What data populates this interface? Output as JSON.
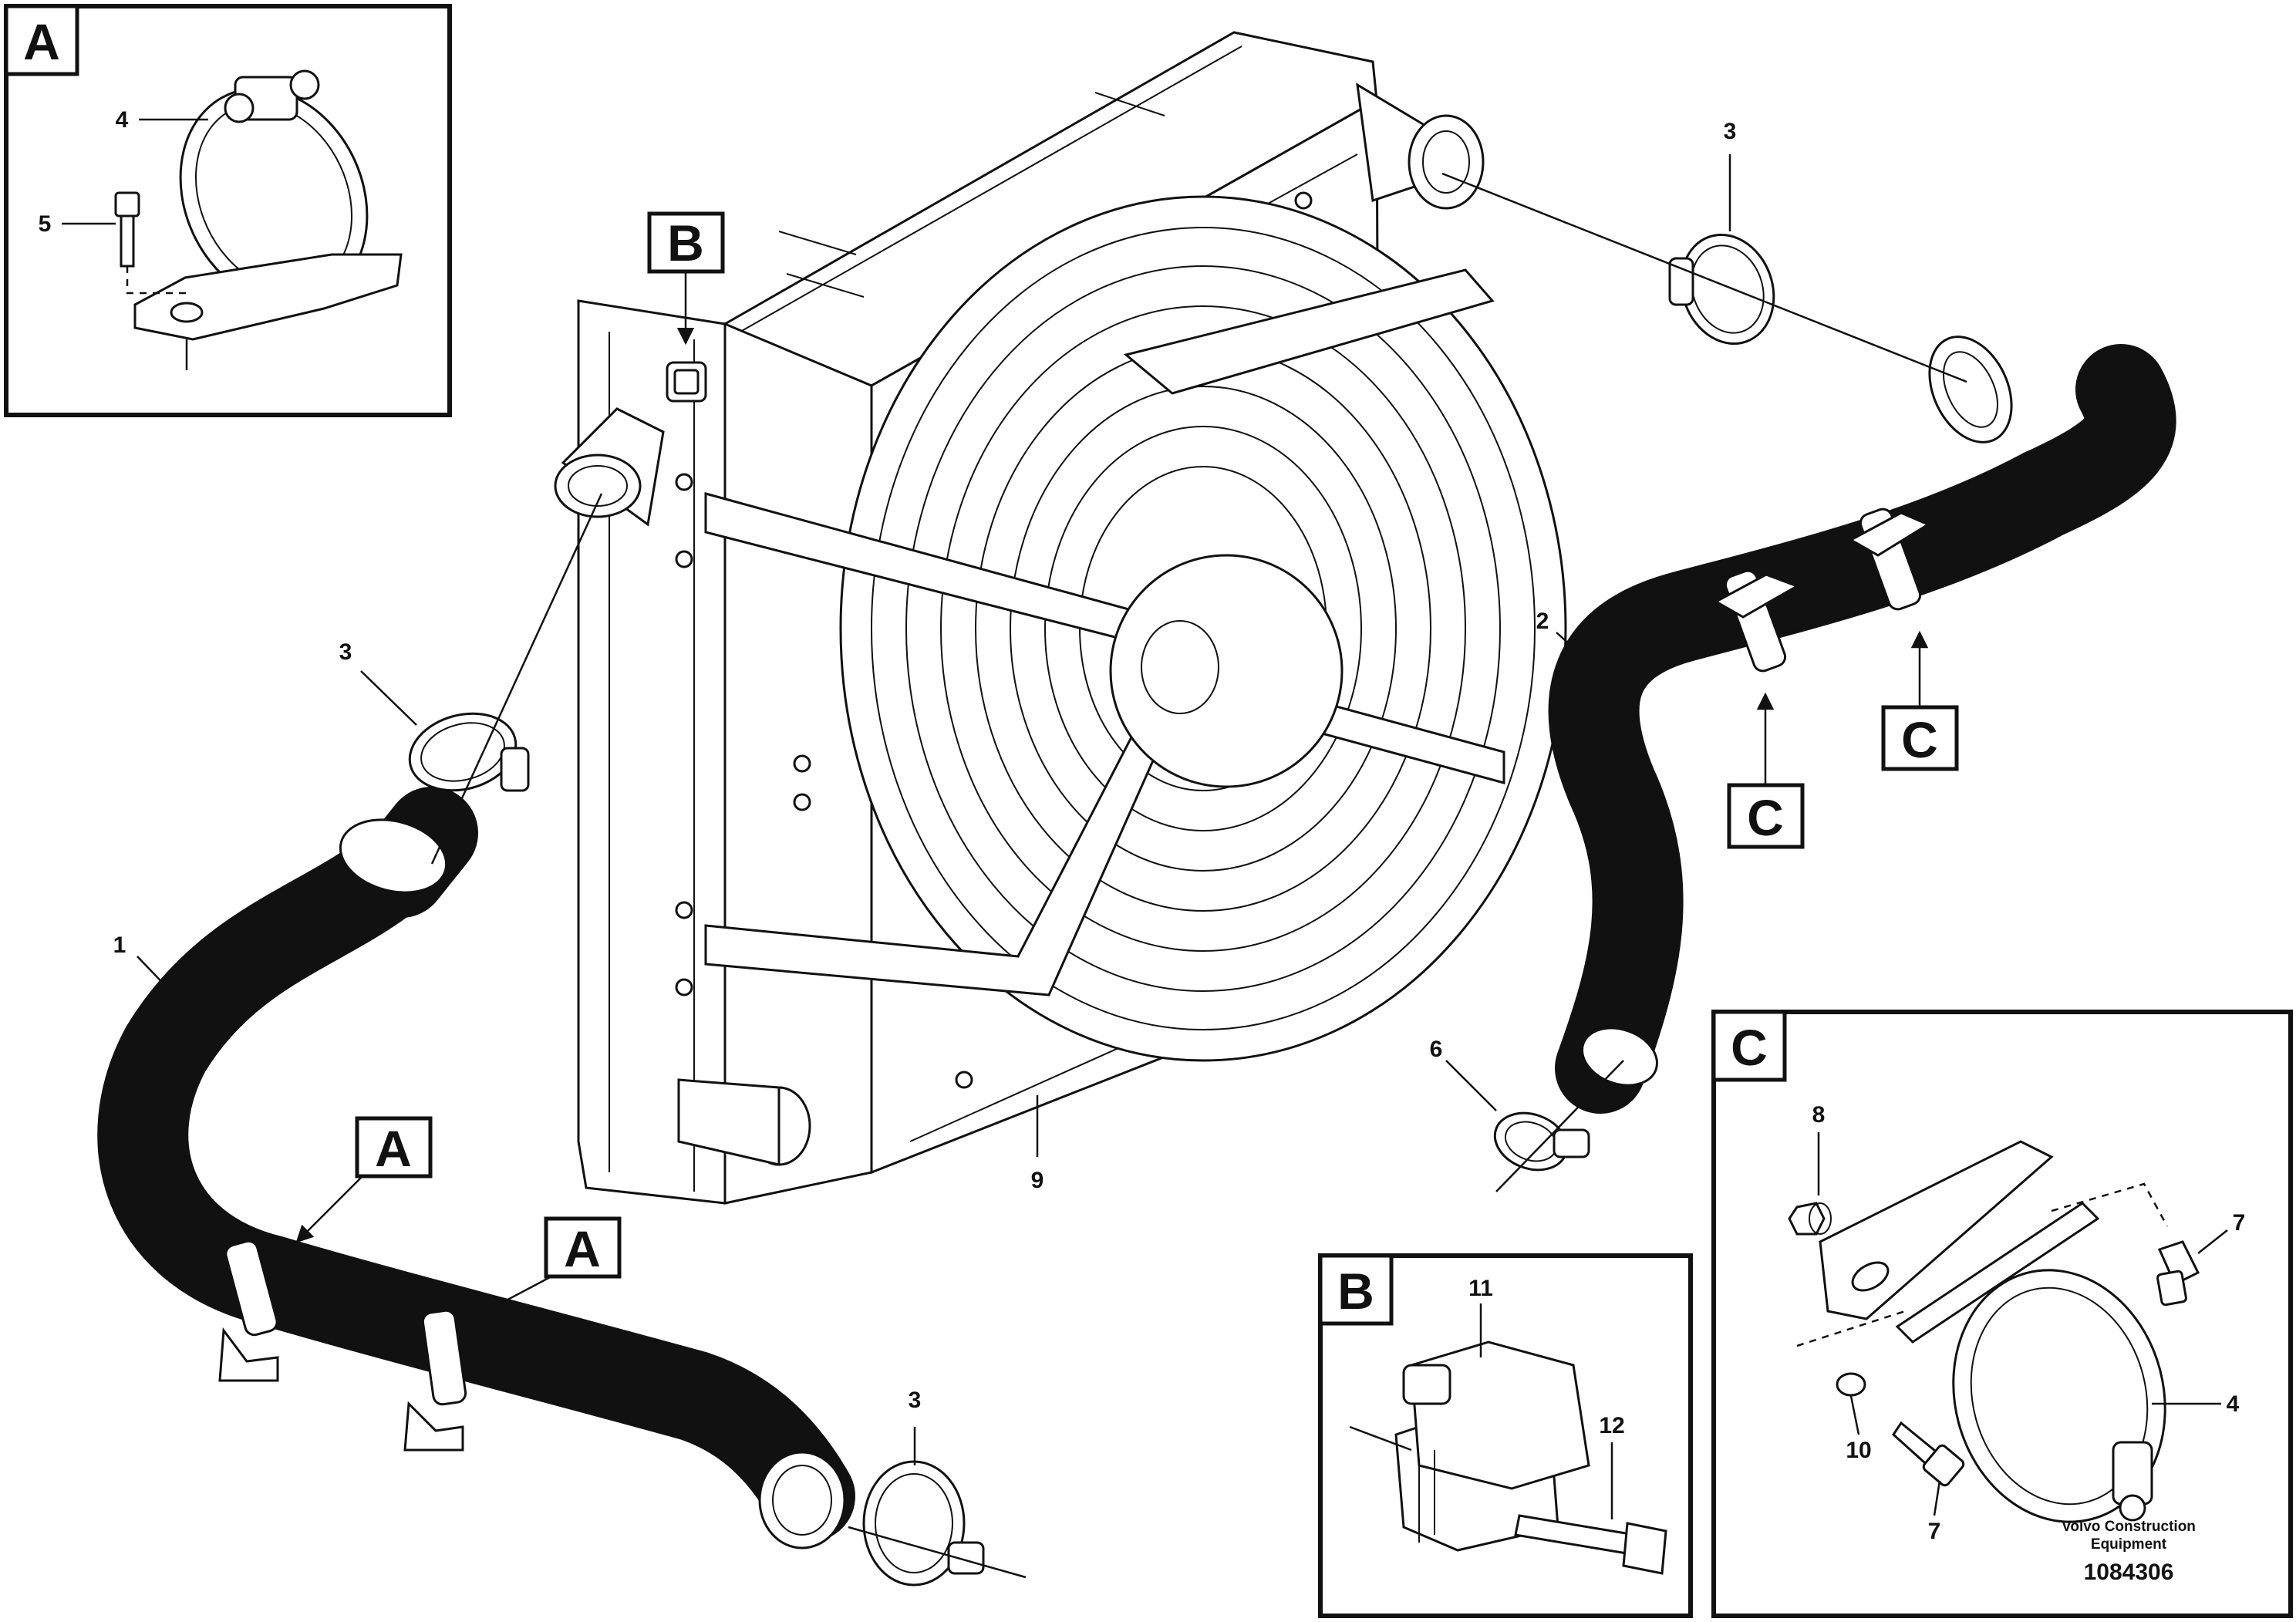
{
  "detail_boxes": {
    "A": {
      "letter": "A",
      "callouts": [
        "4",
        "5"
      ]
    },
    "B": {
      "letter": "B",
      "callouts": [
        "11",
        "12"
      ]
    },
    "C": {
      "letter": "C",
      "callouts": [
        "8",
        "7",
        "4",
        "10",
        "7"
      ]
    }
  },
  "reference_tags": {
    "B_top": "B",
    "A_left": "A",
    "A_mid": "A",
    "C_right": "C",
    "C_left": "C"
  },
  "main_callouts": {
    "hose_left": "1",
    "hose_right": "2",
    "clamp_top_right": "3",
    "clamp_left": "3",
    "clamp_bottom": "3",
    "clamp_small": "6",
    "fan": "9"
  },
  "footer": {
    "brand_line1": "Volvo Construction",
    "brand_line2": "Equipment",
    "drawing_number": "1084306"
  }
}
